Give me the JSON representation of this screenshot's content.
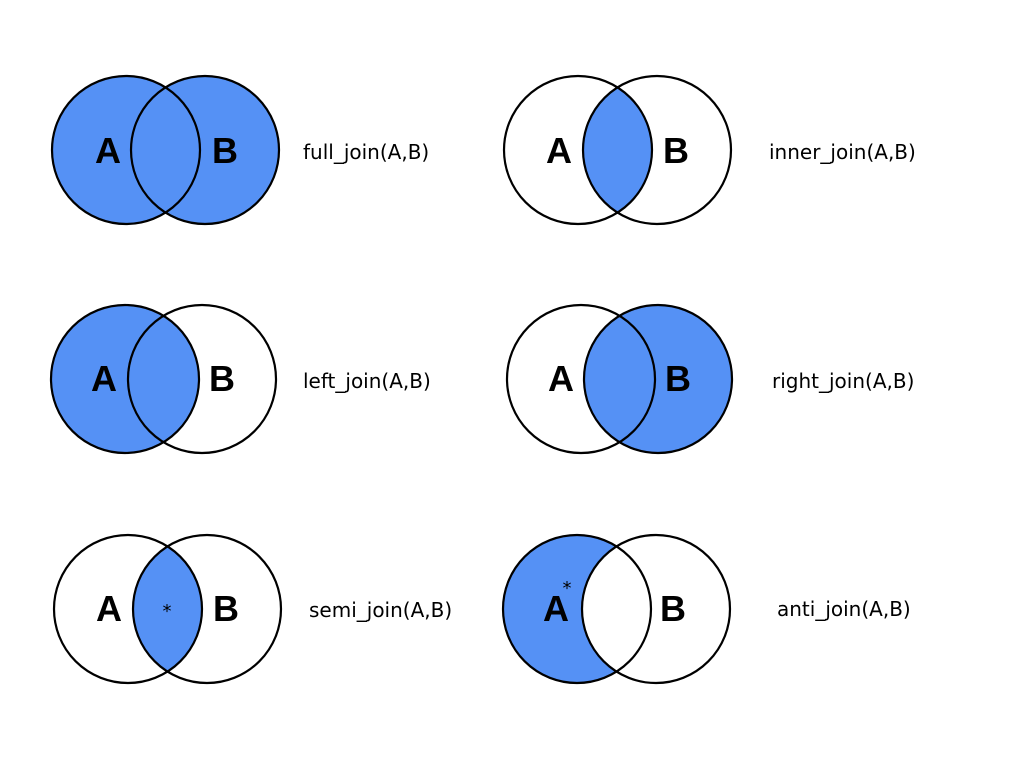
{
  "colors": {
    "highlight": "#5591f5",
    "outline": "#000000",
    "background": "#ffffff"
  },
  "set_labels": {
    "a": "A",
    "b": "B"
  },
  "marker": "*",
  "joins": [
    {
      "id": "full-join",
      "label": "full_join(A,B)",
      "fill": "full"
    },
    {
      "id": "inner-join",
      "label": "inner_join(A,B)",
      "fill": "inner"
    },
    {
      "id": "left-join",
      "label": "left_join(A,B)",
      "fill": "left"
    },
    {
      "id": "right-join",
      "label": "right_join(A,B)",
      "fill": "right"
    },
    {
      "id": "semi-join",
      "label": "semi_join(A,B)",
      "fill": "inner",
      "marker_in": "intersection"
    },
    {
      "id": "anti-join",
      "label": "anti_join(A,B)",
      "fill": "left-only",
      "marker_in": "a-label"
    }
  ]
}
